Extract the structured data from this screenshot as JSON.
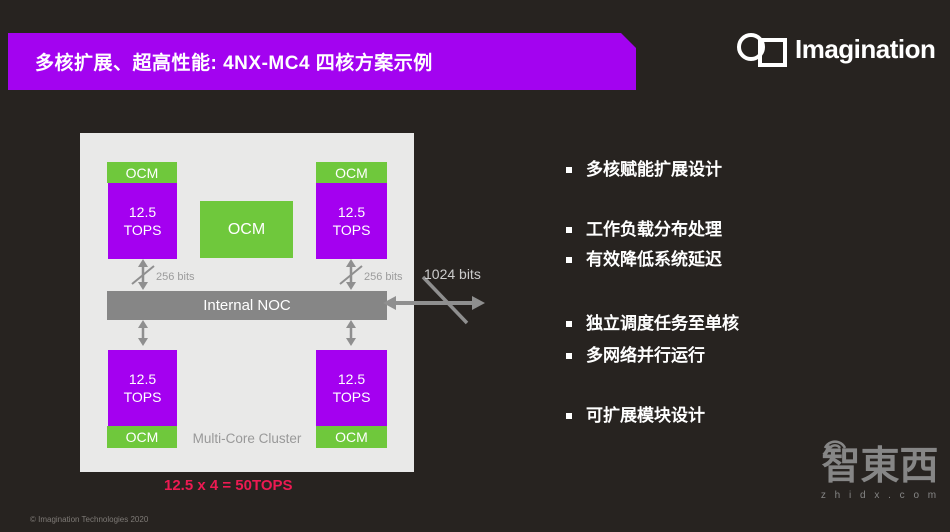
{
  "header": {
    "title": "多核扩展、超高性能: 4NX-MC4 四核方案示例",
    "logo_text": "Imagination"
  },
  "diagram": {
    "noc_label": "Internal NOC",
    "center_ocm_label": "OCM",
    "cluster_label": "Multi-Core Cluster",
    "external_bus_label": "1024 bits",
    "cores": [
      {
        "pos": "top-left",
        "tops": "12.5\nTOPS",
        "ocm": "OCM",
        "bus": "256 bits"
      },
      {
        "pos": "top-right",
        "tops": "12.5\nTOPS",
        "ocm": "OCM",
        "bus": "256 bits"
      },
      {
        "pos": "bottom-left",
        "tops": "12.5\nTOPS",
        "ocm": "OCM"
      },
      {
        "pos": "bottom-right",
        "tops": "12.5\nTOPS",
        "ocm": "OCM"
      }
    ]
  },
  "bullets": [
    "多核赋能扩展设计",
    "工作负载分布处理",
    "有效降低系统延迟",
    "独立调度任务至单核",
    "多网络并行运行",
    "可扩展模块设计"
  ],
  "footer": {
    "formula": "12.5 x 4 = 50TOPS",
    "copyright": "© Imagination Technologies 2020"
  },
  "watermark": {
    "name": "智東西",
    "domain": "z h i d x . c o m"
  },
  "colors": {
    "background": "#272320",
    "banner_purple": "#A303F0",
    "block_purple": "#A400F0",
    "ocm_green": "#6FC83C",
    "panel_gray": "#E9E9E8",
    "noc_gray": "#868686",
    "arrow_gray": "#8F8F8F",
    "formula_red": "#EC1A52",
    "text_white": "#FFFFFF"
  }
}
